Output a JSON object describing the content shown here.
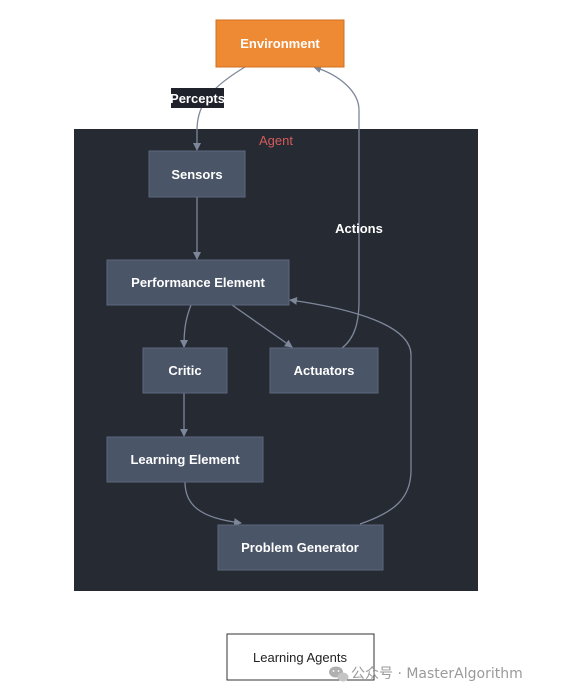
{
  "colors": {
    "environment_fill": "#ef8a34",
    "agent_bg": "#262a33",
    "node_fill": "#4a5568",
    "edge": "#7d879a",
    "agent_label": "#d25b5b",
    "percepts_label_bg": "#1f222a"
  },
  "diagram": {
    "environment": "Environment",
    "agent_label": "Agent",
    "nodes": {
      "sensors": "Sensors",
      "performance": "Performance Element",
      "critic": "Critic",
      "actuators": "Actuators",
      "learning": "Learning Element",
      "problem": "Problem Generator"
    },
    "edge_labels": {
      "percepts": "Percepts",
      "actions": "Actions"
    }
  },
  "caption": "Learning Agents",
  "watermark": {
    "icon": "wechat-icon",
    "text": "公众号 · MasterAlgorithm"
  }
}
